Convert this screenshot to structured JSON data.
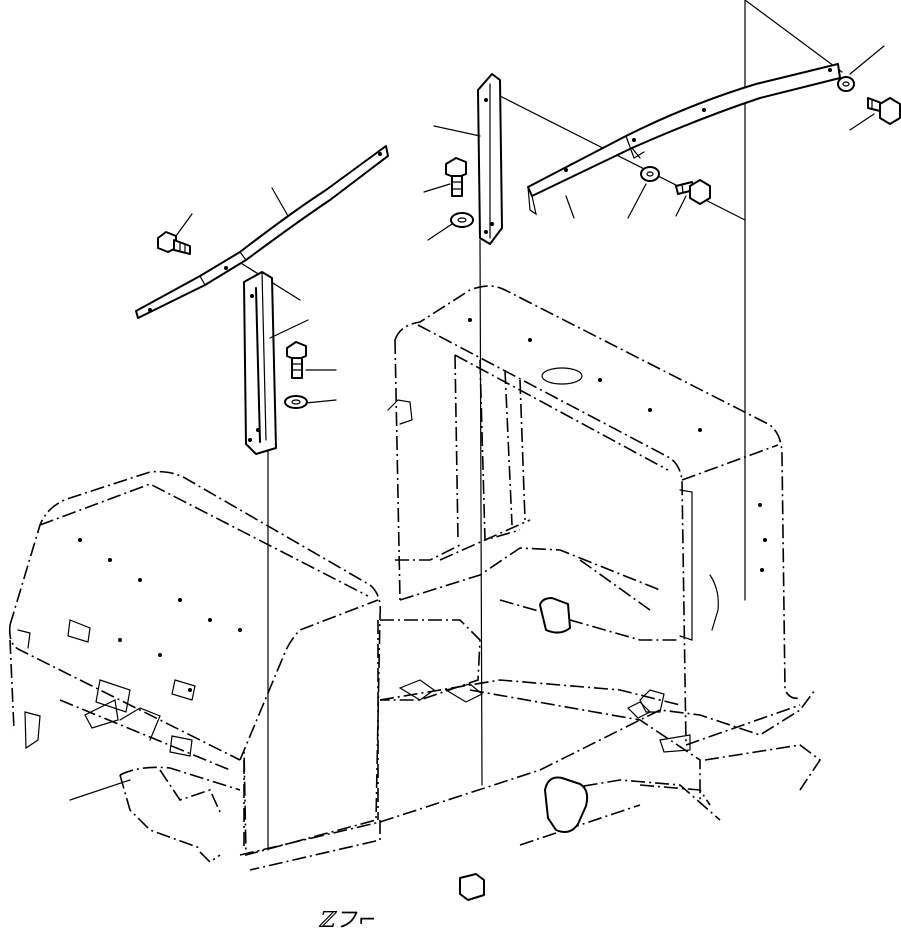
{
  "diagram": {
    "parts": [
      {
        "id": "left-rail",
        "kind": "bracket-rail"
      },
      {
        "id": "left-vertical-bracket",
        "kind": "bracket-plate"
      },
      {
        "id": "center-vertical-bracket",
        "kind": "bracket-plate"
      },
      {
        "id": "right-rail",
        "kind": "bracket-rail"
      },
      {
        "id": "bolt-left-rail",
        "kind": "bolt"
      },
      {
        "id": "bolt-left-bracket",
        "kind": "bolt"
      },
      {
        "id": "washer-left-bracket",
        "kind": "washer"
      },
      {
        "id": "bolt-center-bracket",
        "kind": "bolt"
      },
      {
        "id": "washer-center-bracket",
        "kind": "washer"
      },
      {
        "id": "washer-right-rail",
        "kind": "washer"
      },
      {
        "id": "bolt-right-rail",
        "kind": "bolt"
      },
      {
        "id": "washer-right-end",
        "kind": "washer"
      },
      {
        "id": "bolt-right-end",
        "kind": "bolt"
      },
      {
        "id": "fender-tank-left",
        "kind": "body-panel"
      },
      {
        "id": "cab-frame-right",
        "kind": "body-panel"
      },
      {
        "id": "chassis-frame",
        "kind": "frame"
      }
    ],
    "scrawl_text": "ℤフ⌐"
  }
}
